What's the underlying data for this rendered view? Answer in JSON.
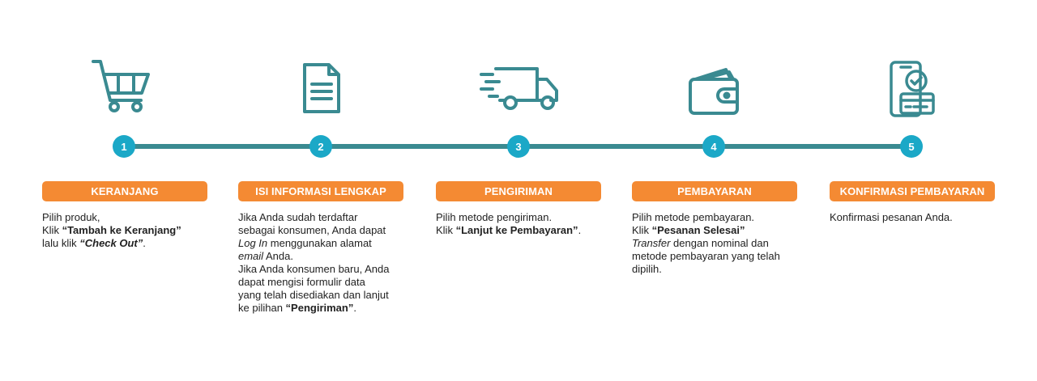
{
  "colors": {
    "accent": "#f48a33",
    "line": "#3a8a91",
    "circle": "#1ba8c7",
    "icon": "#3a8a91"
  },
  "steps": [
    {
      "number": "1",
      "icon": "shopping-cart-icon",
      "label": "KERANJANG",
      "desc": {
        "l1": "Pilih produk,",
        "l2a": "Klik ",
        "l2b": "“Tambah ke Keranjang”",
        "l3a": "lalu klik ",
        "l3b": "“Check Out”",
        "l3c": "."
      }
    },
    {
      "number": "2",
      "icon": "document-icon",
      "label": "ISI INFORMASI LENGKAP",
      "desc": {
        "l1": "Jika Anda sudah terdaftar",
        "l2": "sebagai konsumen, Anda dapat",
        "l3a": "Log In",
        "l3b": " menggunakan alamat",
        "l4a": "email",
        "l4b": " Anda.",
        "l5": "Jika Anda konsumen baru, Anda",
        "l6": "dapat mengisi formulir data",
        "l7": "yang telah disediakan dan lanjut",
        "l8a": "ke pilihan ",
        "l8b": "“Pengiriman”",
        "l8c": "."
      }
    },
    {
      "number": "3",
      "icon": "delivery-truck-icon",
      "label": "PENGIRIMAN",
      "desc": {
        "l1": "Pilih metode pengiriman.",
        "l2a": "Klik ",
        "l2b": "“Lanjut ke Pembayaran”",
        "l2c": "."
      }
    },
    {
      "number": "4",
      "icon": "wallet-icon",
      "label": "PEMBAYARAN",
      "desc": {
        "l1": "Pilih metode pembayaran.",
        "l2a": "Klik ",
        "l2b": "“Pesanan Selesai”",
        "l3a": "Transfer",
        "l3b": " dengan nominal dan",
        "l4": "metode pembayaran yang telah",
        "l5": "dipilih."
      }
    },
    {
      "number": "5",
      "icon": "payment-confirmation-icon",
      "label": "KONFIRMASI PEMBAYARAN",
      "desc": {
        "l1": "Konfirmasi pesanan Anda."
      }
    }
  ]
}
